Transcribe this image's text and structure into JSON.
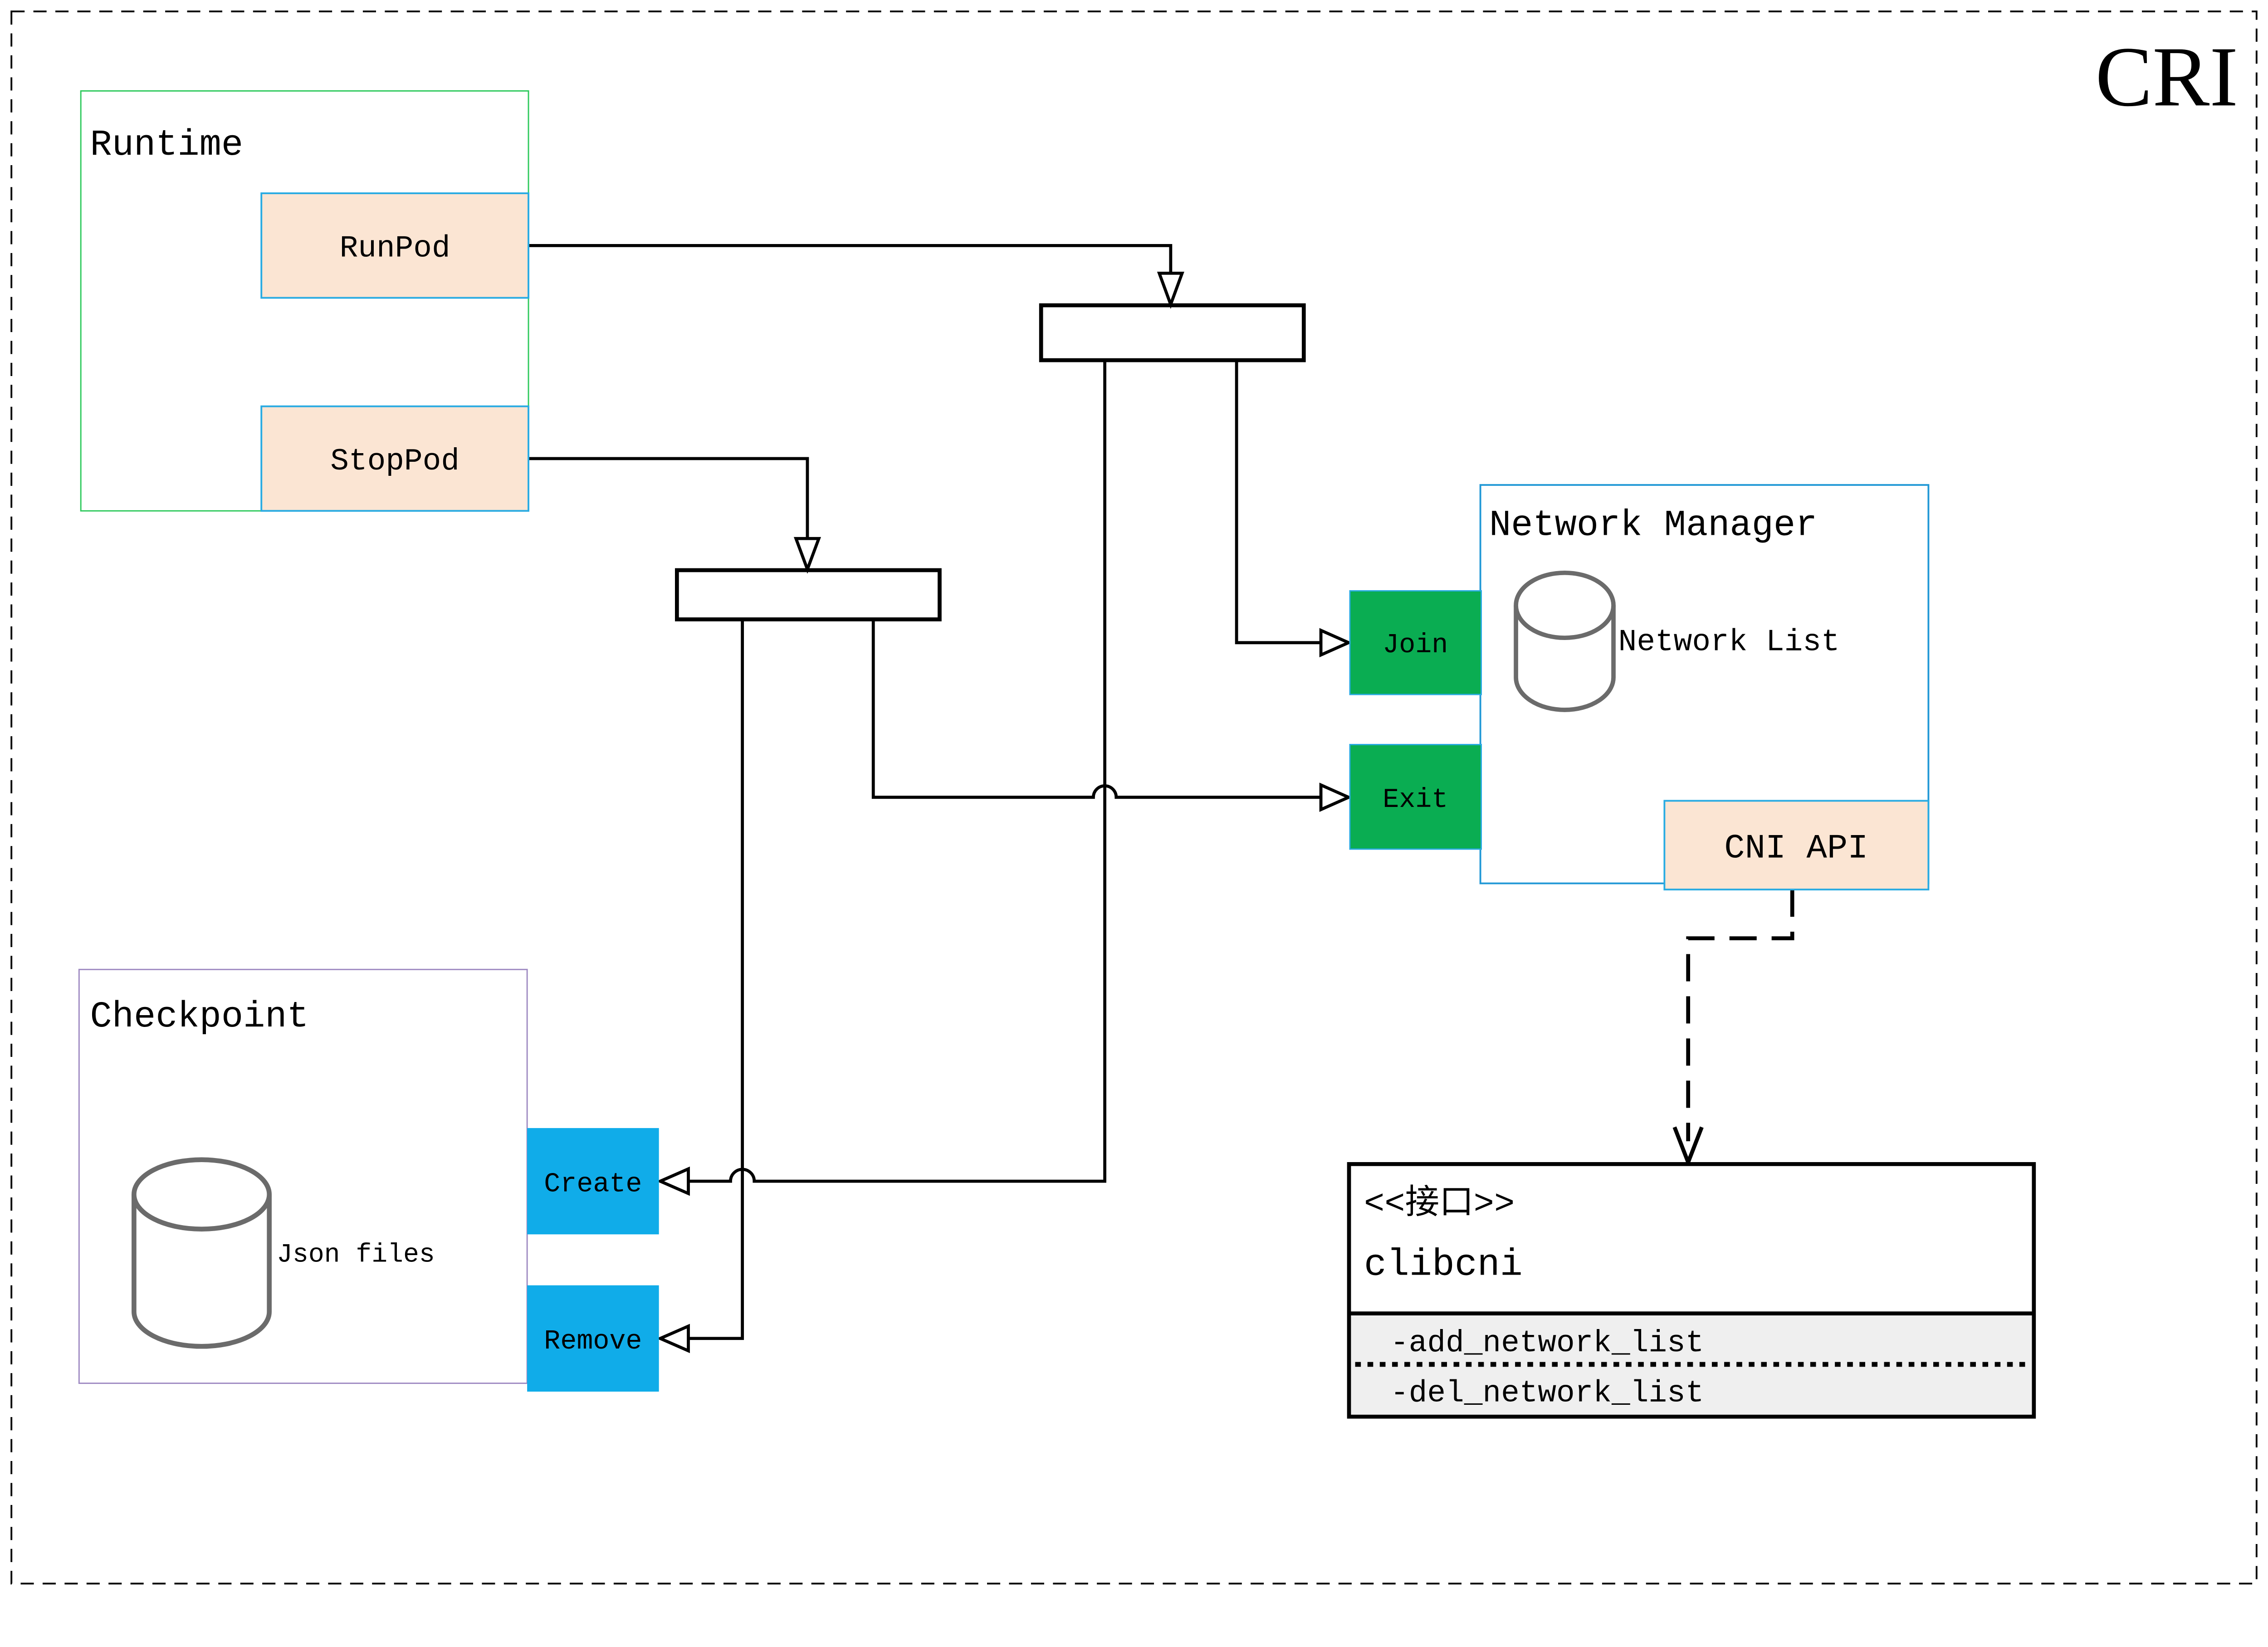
{
  "badge": {
    "label": "CRI"
  },
  "colors": {
    "cri_gold": "#8e7000",
    "runtime_border": "#2ec95c",
    "checkpoint_border": "#9f8ac2",
    "light_blue_border": "#29abe2",
    "network_manager_border": "#2198d6",
    "peach_fill": "#fbe5d3",
    "green_fill": "#0aad52",
    "blue_fill": "#10ace9",
    "cylinder_stroke": "#6b6b6b",
    "methods_bg": "#efefef",
    "line_black": "#000000",
    "canvas_bg": "#ffffff"
  },
  "runtime": {
    "title": "Runtime",
    "runpod_label": "RunPod",
    "stoppod_label": "StopPod"
  },
  "checkpoint": {
    "title": "Checkpoint",
    "database_label": "Json files",
    "create_label": "Create",
    "remove_label": "Remove"
  },
  "network_manager": {
    "title": "Network Manager",
    "database_label": "Network List",
    "join_label": "Join",
    "exit_label": "Exit",
    "cni_api_label": "CNI API"
  },
  "clibcni": {
    "stereotype": "<<接口>>",
    "name": "clibcni",
    "methods": [
      "-add_network_list",
      "-del_network_list"
    ]
  }
}
